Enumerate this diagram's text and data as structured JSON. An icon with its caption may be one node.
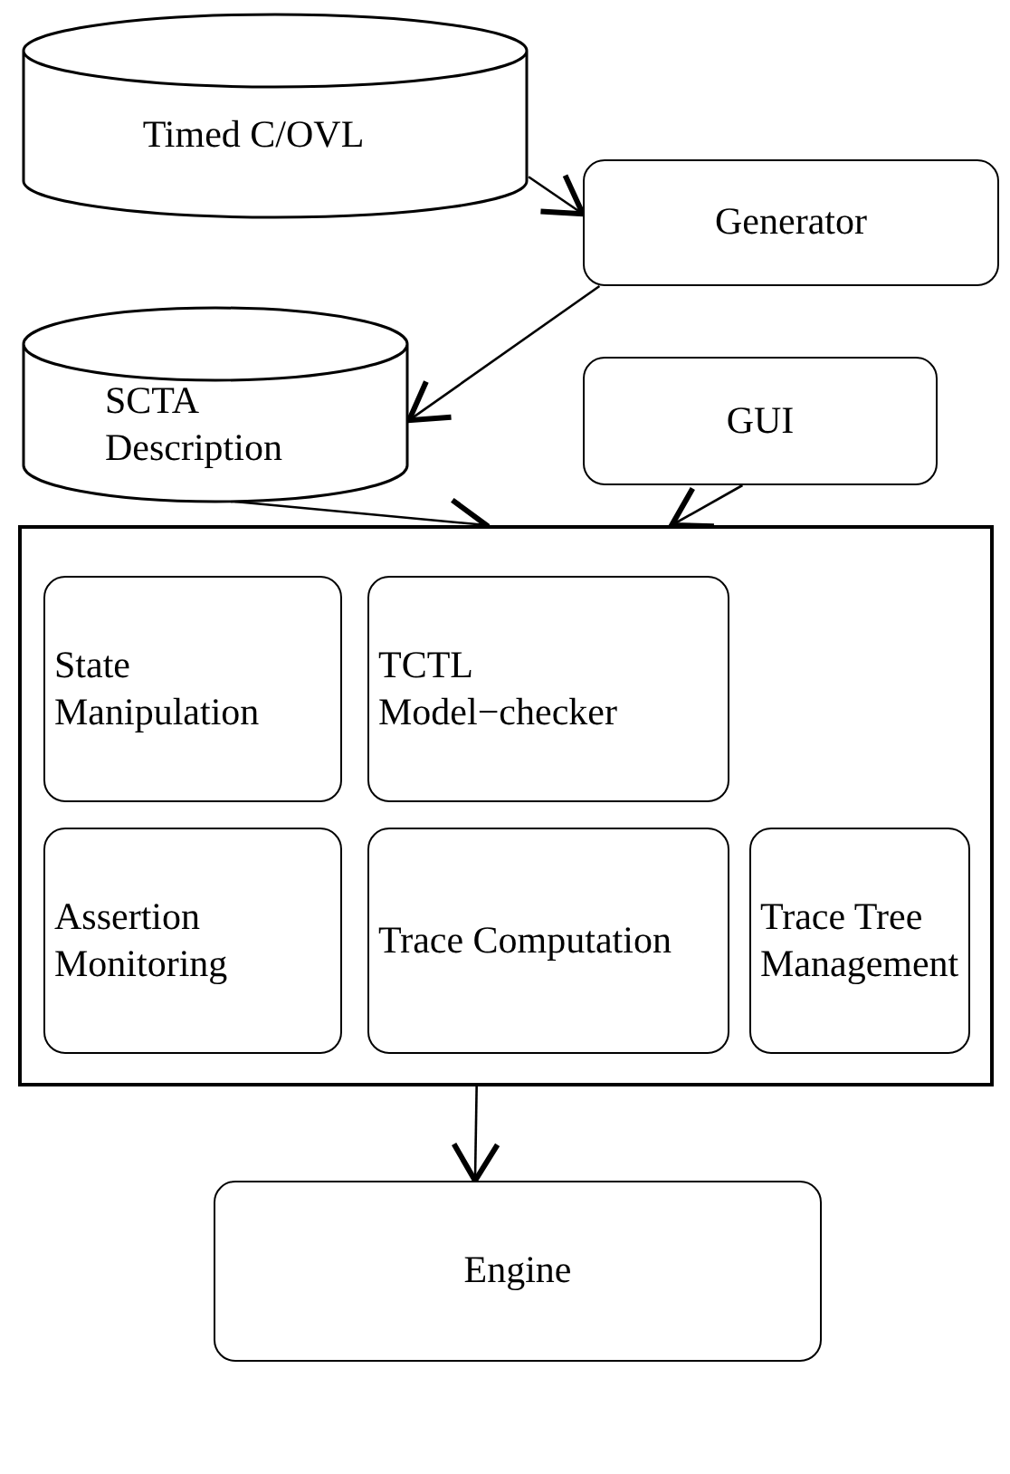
{
  "diagram": {
    "nodes": [
      {
        "text": [
          "Timed C/OVL"
        ]
      },
      {
        "text": [
          "Generator"
        ]
      },
      {
        "text": [
          "SCTA Description"
        ]
      },
      {
        "text": [
          "GUI"
        ]
      },
      {
        "text": [],
        "shape": "box"
      },
      {
        "text": [
          "State Manipulation"
        ],
        "in": 4
      },
      {
        "text": [
          "TCTL Model−checker"
        ],
        "in": 4
      },
      {
        "text": [
          "Assertion Monitoring"
        ],
        "in": 4
      },
      {
        "text": [
          "Trace Computation"
        ],
        "in": 4
      },
      {
        "text": [
          "Trace Tree Management"
        ],
        "in": 4
      },
      {
        "text": [
          "Engine"
        ]
      }
    ],
    "edges": [
      {
        "from": 0,
        "to": 1,
        "arrow": "to"
      },
      {
        "from": 1,
        "to": 2,
        "arrow": "to"
      },
      {
        "from": 2,
        "to": 4,
        "arrow": "to"
      },
      {
        "from": 3,
        "to": 4,
        "arrow": "to"
      },
      {
        "from": 4,
        "to": 10,
        "arrow": "to"
      }
    ]
  }
}
